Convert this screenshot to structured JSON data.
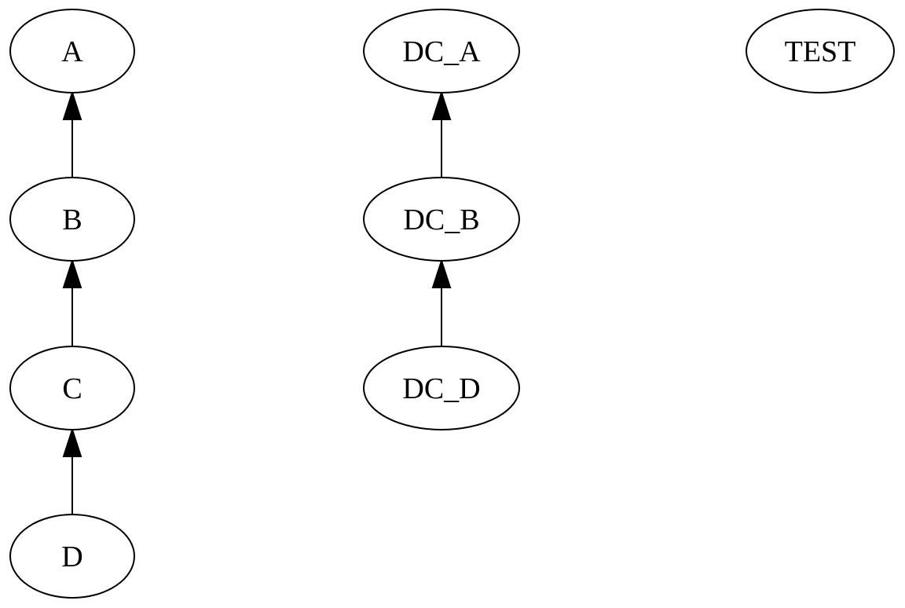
{
  "nodes": [
    {
      "id": "A",
      "label": "A"
    },
    {
      "id": "B",
      "label": "B"
    },
    {
      "id": "C",
      "label": "C"
    },
    {
      "id": "D",
      "label": "D"
    },
    {
      "id": "DC_A",
      "label": "DC_A"
    },
    {
      "id": "DC_B",
      "label": "DC_B"
    },
    {
      "id": "DC_D",
      "label": "DC_D"
    },
    {
      "id": "TEST",
      "label": "TEST"
    }
  ],
  "edges": [
    {
      "from": "B",
      "to": "A"
    },
    {
      "from": "C",
      "to": "B"
    },
    {
      "from": "D",
      "to": "C"
    },
    {
      "from": "DC_B",
      "to": "DC_A"
    },
    {
      "from": "DC_D",
      "to": "DC_B"
    }
  ]
}
